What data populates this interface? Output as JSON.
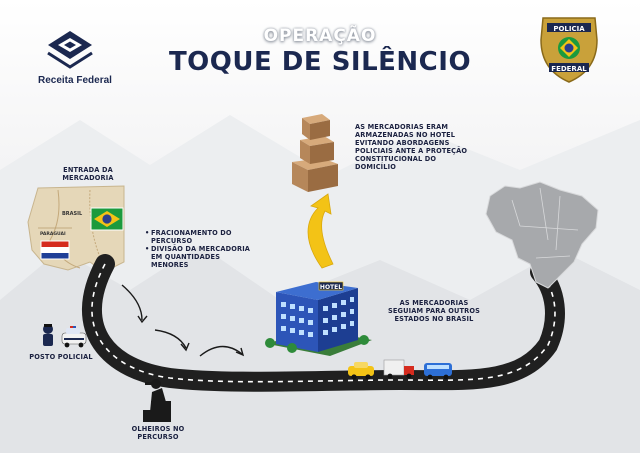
{
  "header": {
    "logo_left_text": "Receita Federal",
    "operation_label": "OPERAÇÃO",
    "operation_name": "TOQUE DE SILÊNCIO",
    "badge_text_top": "POLICIA",
    "badge_text_bottom": "FEDERAL"
  },
  "map_inset": {
    "labels": {
      "brasil": "BRASIL",
      "paraguai": "PARAGUAI"
    }
  },
  "annotations": {
    "entrada": "ENTRADA DA MERCADORIA",
    "bullets": [
      "FRACIONAMENTO DO PERCURSO",
      "DIVISÃO DA MERCADORIA EM QUANTIDADES MENORES"
    ],
    "boxes_caption": "AS MERCADORIAS ERAM ARMAZENADAS NO HOTEL EVITANDO ABORDAGENS POLICIAIS ANTE A PROTEÇÃO CONSTITUCIONAL DO DOMICÍLIO",
    "seguiam": "AS MERCADORIAS SEGUIAM PARA OUTROS ESTADOS NO BRASIL",
    "posto": "POSTO POLICIAL",
    "olheiros": "OLHEIROS NO PERCURSO",
    "hotel_sign": "HOTEL"
  },
  "colors": {
    "navy": "#1b2850",
    "road": "#222222",
    "arrow_yellow": "#f3c316",
    "brazil_green": "#1c9a3d",
    "hotel_blue": "#2d55b8",
    "box_brown": "#b6875a"
  }
}
